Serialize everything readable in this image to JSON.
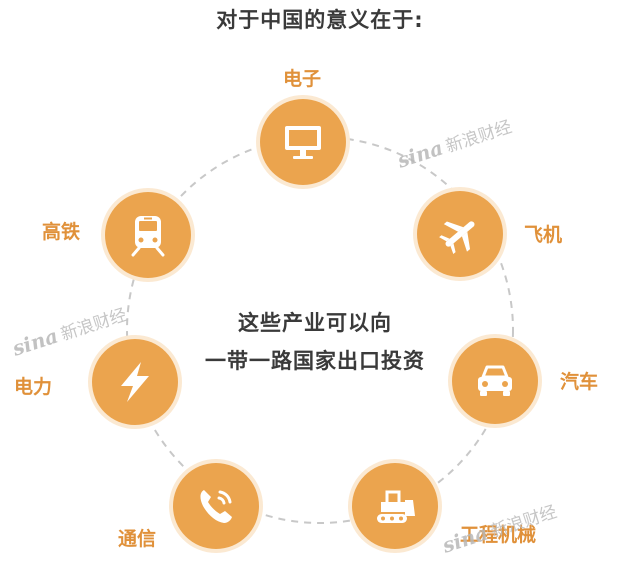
{
  "title": "对于中国的意义在于:",
  "center": {
    "line1": "这些产业可以向",
    "line2": "一带一路国家出口投资"
  },
  "nodes": [
    {
      "label": "电子",
      "icon": "monitor-icon"
    },
    {
      "label": "飞机",
      "icon": "airplane-icon"
    },
    {
      "label": "汽车",
      "icon": "car-icon"
    },
    {
      "label": "工程机械",
      "icon": "bulldozer-icon"
    },
    {
      "label": "通信",
      "icon": "phone-icon"
    },
    {
      "label": "电力",
      "icon": "lightning-icon"
    },
    {
      "label": "高铁",
      "icon": "train-icon"
    }
  ],
  "watermark": {
    "logo": "sina",
    "text": "新浪财经"
  },
  "colors": {
    "accent": "#eba44e",
    "label": "#e0913a",
    "text": "#3a3a3a",
    "ring": "#c8c8c8"
  }
}
